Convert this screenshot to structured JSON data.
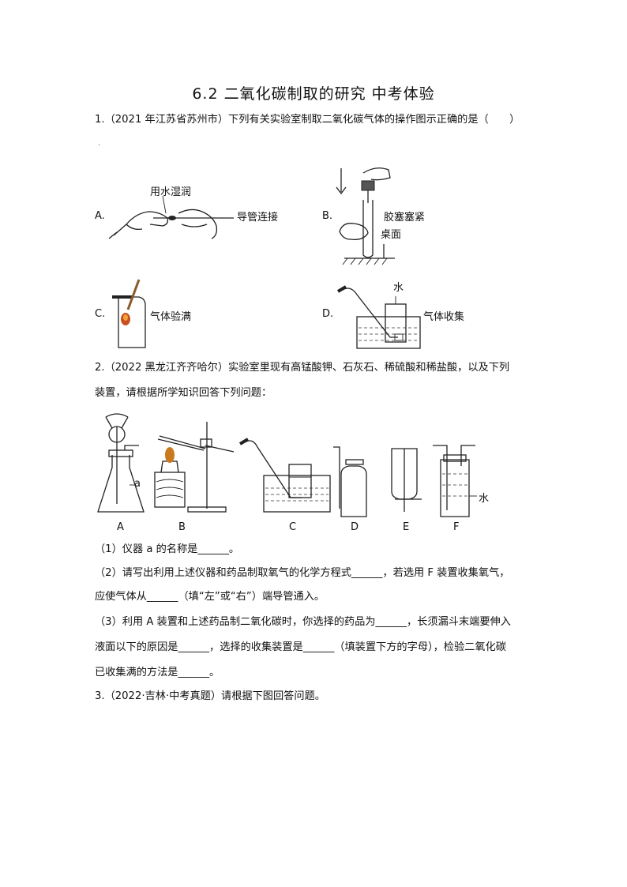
{
  "title": "6.2 二氧化碳制取的研究  中考体验",
  "q1": {
    "stem": "1.（2021 年江苏省苏州市）下列有关实验室制取二氧化碳气体的操作图示正确的是（　　）",
    "dot": ".",
    "options": {
      "A": {
        "letter": "A.",
        "label_top": "用水湿润",
        "label_right": "导管连接"
      },
      "B": {
        "letter": "B.",
        "label_right": "胶塞塞紧",
        "label_desk": "桌面"
      },
      "C": {
        "letter": "C.",
        "label_right": "气体验满"
      },
      "D": {
        "letter": "D.",
        "label_top": "水",
        "label_right": "气体收集"
      }
    }
  },
  "q2": {
    "stem_line1": "2.（2022 黑龙江齐齐哈尔）实验室里现有高锰酸钾、石灰石、稀硫酸和稀盐酸，以及下列",
    "stem_line2": "装置，请根据所学知识回答下列问题：",
    "apparatus_labels": [
      "A",
      "B",
      "C",
      "D",
      "E",
      "F"
    ],
    "label_a": "a",
    "label_water": "水",
    "sub1": "（1）仪器 a 的名称是______。",
    "sub2_line1": "（2）请写出利用上述仪器和药品制取氧气的化学方程式______，若选用 F 装置收集氧气，",
    "sub2_line2": "应使气体从______（填“左”或“右”）端导管通入。",
    "sub3_line1": "（3）利用 A 装置和上述药品制二氧化碳时，你选择的药品为______，长须漏斗末端要伸入",
    "sub3_line2": "液面以下的原因是______，选择的收集装置是______（填装置下方的字母），检验二氧化碳",
    "sub3_line3": "已收集满的方法是______。"
  },
  "q3": {
    "stem": "3.（2022·吉林·中考真题）请根据下图回答问题。"
  }
}
